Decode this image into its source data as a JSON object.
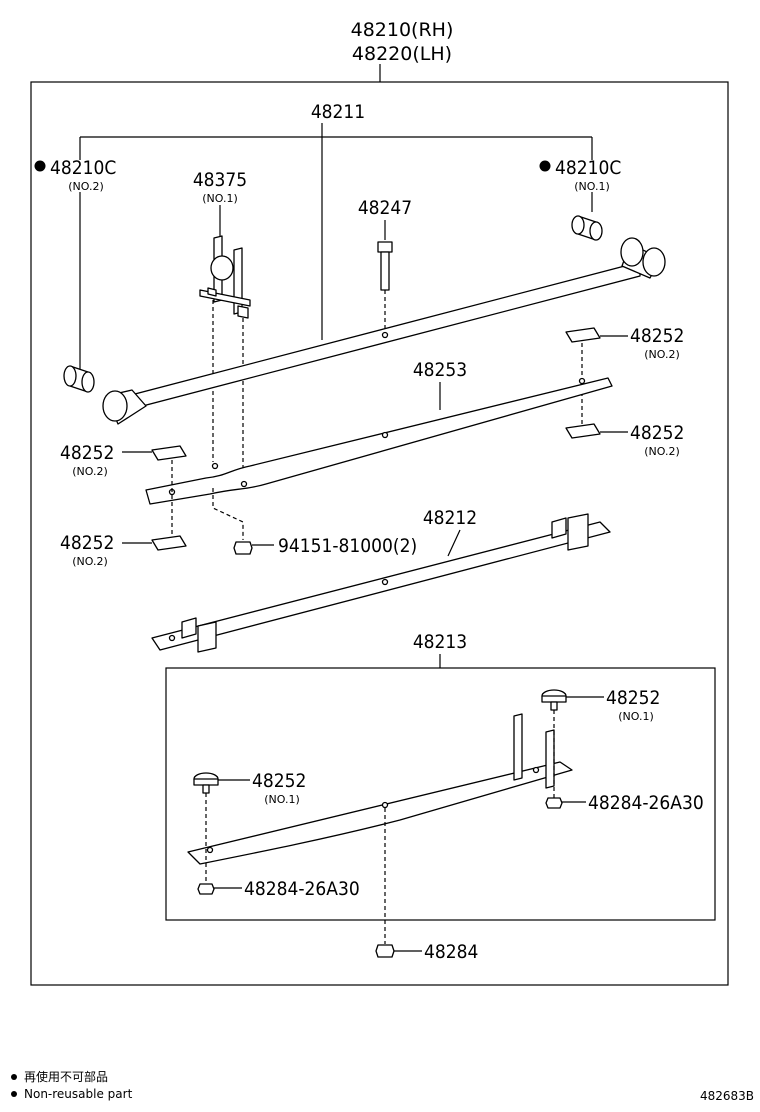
{
  "header": {
    "rh": "48210(RH)",
    "lh": "48220(LH)"
  },
  "parts": {
    "p48211": "48211",
    "p48210c_left": "48210C",
    "p48210c_left_sub": "(NO.2)",
    "p48210c_right": "48210C",
    "p48210c_right_sub": "(NO.1)",
    "p48375": "48375",
    "p48375_sub": "(NO.1)",
    "p48247": "48247",
    "p48252_a": "48252",
    "p48252_a_sub": "(NO.2)",
    "p48252_b": "48252",
    "p48252_b_sub": "(NO.2)",
    "p48253": "48253",
    "p48252_c": "48252",
    "p48252_c_sub": "(NO.2)",
    "p48252_d": "48252",
    "p48252_d_sub": "(NO.2)",
    "p94151": "94151-81000(2)",
    "p48212": "48212",
    "p48213": "48213",
    "p48252_e": "48252",
    "p48252_e_sub": "(NO.1)",
    "p48252_f": "48252",
    "p48252_f_sub": "(NO.1)",
    "p48284_26a30_a": "48284-26A30",
    "p48284_26a30_b": "48284-26A30",
    "p48284": "48284"
  },
  "legend": {
    "line1": "再使用不可部品",
    "line2": "Non-reusable part"
  },
  "diagram_code": "482683B",
  "colors": {
    "ink": "#000000",
    "paper": "#ffffff"
  }
}
